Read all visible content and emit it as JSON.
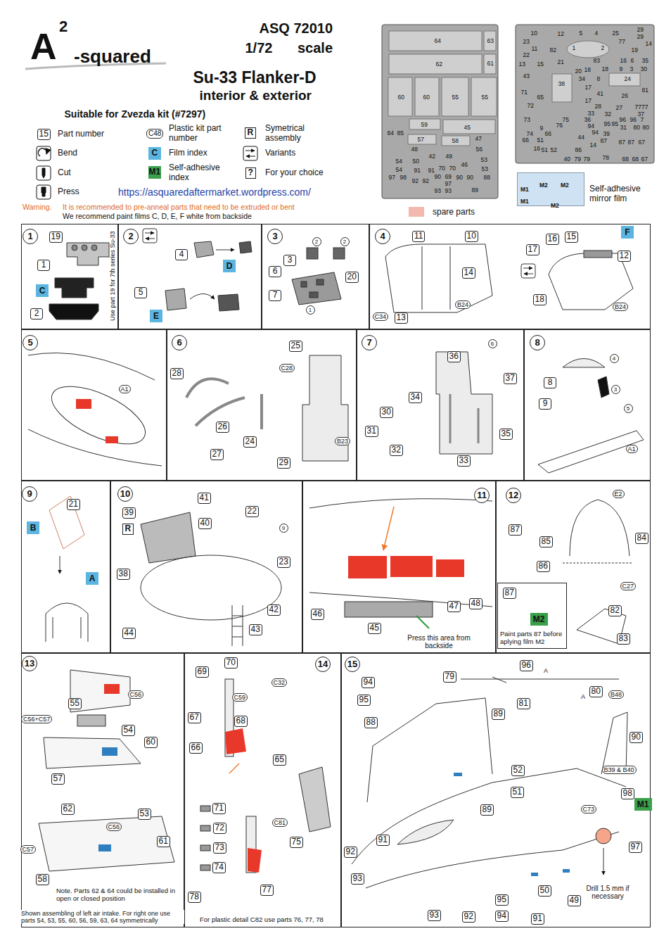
{
  "diagram": {
    "title": "Su-33 Flanker-D",
    "nodes": [
      {
        "text": [
          "1"
        ]
      },
      {
        "text": [
          "2"
        ]
      },
      {
        "text": [
          "3"
        ]
      },
      {
        "text": [
          "4"
        ]
      },
      {
        "text": [
          "5"
        ]
      },
      {
        "text": [
          "6"
        ]
      },
      {
        "text": [
          "7"
        ]
      },
      {
        "text": [
          "8"
        ]
      },
      {
        "text": [
          "9"
        ]
      },
      {
        "text": [
          "10"
        ]
      },
      {
        "text": [
          "11"
        ]
      },
      {
        "text": [
          "12"
        ]
      },
      {
        "text": [
          "13"
        ]
      },
      {
        "text": [
          "14"
        ]
      },
      {
        "text": [
          "15"
        ]
      },
      {
        "text": [
          "C"
        ],
        "in": 0
      },
      {
        "text": [
          "D"
        ],
        "in": 1
      },
      {
        "text": [
          "E"
        ],
        "in": 1
      },
      {
        "text": [
          "F"
        ],
        "in": 3
      },
      {
        "text": [
          "B"
        ],
        "in": 8
      },
      {
        "text": [
          "A"
        ],
        "in": 8
      },
      {
        "text": [
          "Paint parts 87 before aplying film M2"
        ],
        "in": 11
      },
      {
        "text": [
          "M2"
        ],
        "in": 21
      },
      {
        "text": [
          "M1"
        ],
        "in": 14
      }
    ],
    "labels": [
      "A",
      "2",
      "-squared",
      "ASQ 72010",
      "1/72",
      "scale",
      "interior & exterior",
      "Suitable for Zvezda kit (#7297)",
      "15",
      "C48",
      "C",
      "M1",
      "R",
      "?",
      "https://asquaredaftermarket.wordpress.com/",
      "Warning.",
      "It is recommended to pre-anneal parts that need to be extruded or bent",
      "We recommend paint films C, D, E, F white from backside",
      "64",
      "63",
      "62",
      "61",
      "60",
      "60",
      "55",
      "55",
      "59",
      "45",
      "84",
      "85",
      "57",
      "58",
      "47",
      "48",
      "56",
      "42",
      "49",
      "53",
      "54",
      "50",
      "70",
      "70",
      "46",
      "53",
      "54",
      "91",
      "91",
      "97",
      "98",
      "92",
      "92",
      "90",
      "69",
      "90",
      "90",
      "88",
      "97",
      "93",
      "93",
      "89",
      "10",
      "12",
      "5",
      "4",
      "25",
      "29",
      "29",
      "23",
      "11",
      "22",
      "82",
      "1",
      "2",
      "77",
      "19",
      "14",
      "13",
      "15",
      "21",
      "83",
      "16",
      "6",
      "35",
      "18",
      "9",
      "3",
      "30",
      "43",
      "20",
      "18",
      "34",
      "8",
      "24",
      "38",
      "17",
      "71",
      "65",
      "41",
      "26",
      "81",
      "72",
      "17",
      "28",
      "27",
      "7777",
      "33",
      "32",
      "37",
      "73",
      "75",
      "36",
      "96",
      "96",
      "7",
      "94",
      "95",
      "95",
      "31",
      "80",
      "80",
      "76",
      "74",
      "9",
      "66",
      "94",
      "39",
      "66",
      "51",
      "44",
      "87",
      "87",
      "87",
      "67",
      "16",
      "51",
      "52",
      "14",
      "86",
      "40",
      "79",
      "79",
      "78",
      "68",
      "68",
      "67",
      "M1",
      "M2",
      "M2",
      "M1",
      "M2",
      "19",
      "1",
      "2",
      "Use part 19 for 7th series Su-33",
      "4",
      "5",
      "3",
      "6",
      "7",
      "20",
      "2",
      "2",
      "1",
      "11",
      "10",
      "14",
      "C34",
      "13",
      "B24",
      "16",
      "15",
      "17",
      "12",
      "18",
      "B24",
      "A1",
      "25",
      "28",
      "C28",
      "26",
      "24",
      "27",
      "29",
      "B23",
      "6",
      "36",
      "37",
      "34",
      "30",
      "35",
      "31",
      "32",
      "33",
      "4",
      "8",
      "3",
      "9",
      "5",
      "A1",
      "21",
      "41",
      "39",
      "R",
      "40",
      "22",
      "9",
      "23",
      "38",
      "42",
      "43",
      "44",
      "46",
      "47",
      "48",
      "45",
      "Press this area from backside",
      "E2",
      "87",
      "85",
      "84",
      "86",
      "C27",
      "82",
      "83",
      "87",
      "C56",
      "55",
      "C56+C57",
      "54",
      "60",
      "57",
      "62",
      "53",
      "C56",
      "61",
      "C57",
      "58",
      "Note. Parts 62 & 64 could be installed in open or closed position",
      "Shown assembling of left air intake. For right one use parts 54, 53, 55, 60, 56, 59, 63, 64 symmetrically",
      "69",
      "70",
      "C32",
      "C59",
      "67",
      "68",
      "66",
      "65",
      "71",
      "72",
      "73",
      "74",
      "C81",
      "75",
      "78",
      "77",
      "For plastic detail C82 use parts 76, 77, 78",
      "94",
      "95",
      "79",
      "96",
      "A",
      "81",
      "80",
      "A",
      "B48",
      "88",
      "89",
      "90",
      "B39 & B40",
      "52",
      "51",
      "89",
      "98",
      "C73",
      "97",
      "91",
      "92",
      "93",
      "Drill 1.5 mm if necessary",
      "50",
      "49",
      "95",
      "94",
      "91",
      "92",
      "93"
    ],
    "legend": [
      {
        "text": "Part number"
      },
      {
        "text": "Bend"
      },
      {
        "text": "Cut"
      },
      {
        "text": "Press"
      },
      {
        "text": "Plastic kit part number"
      },
      {
        "text": "Film index",
        "color": "#5bb5e0"
      },
      {
        "text": "Self-adhesive index",
        "color": "#3aa04a"
      },
      {
        "text": "Symetrical assembly"
      },
      {
        "text": "Variants"
      },
      {
        "text": "For your choice"
      },
      {
        "text": "spare parts",
        "color": "#f3b8ae"
      },
      {
        "text": "Self-adhesive mirror film",
        "color": "#cfe2f3"
      }
    ]
  }
}
